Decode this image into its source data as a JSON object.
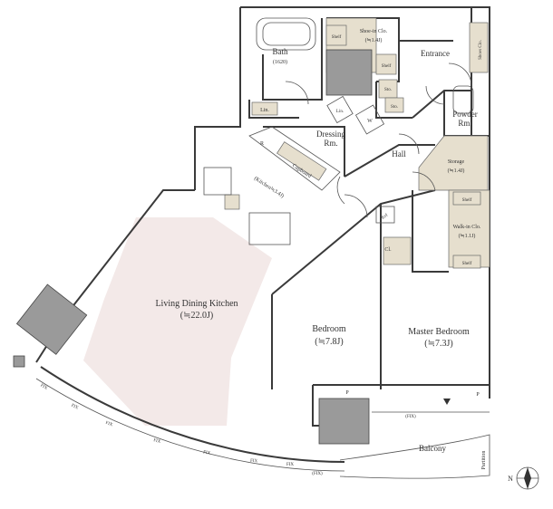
{
  "colors": {
    "wall": "#3a3a3a",
    "storage_fill": "#e6dfce",
    "ldk_highlight": "#f3e9e8",
    "shaft_gray": "#9a9a9a"
  },
  "rooms": {
    "bath": {
      "name": "Bath",
      "size": "(1620)"
    },
    "shoe_in_closet": {
      "name": "Shoe-in Clo.",
      "size": "(≒1.4J)"
    },
    "entrance": "Entrance",
    "shoes_closet": "Shoes Clo.",
    "powder_room": {
      "line1": "Powder",
      "line2": "Rm."
    },
    "dressing_room": {
      "line1": "Dressing",
      "line2": "Rm."
    },
    "hall": "Hall",
    "storage": {
      "name": "Storage",
      "size": "(≒1.4J)"
    },
    "kitchen": "(Kitchen≒3.4J)",
    "cupboard": "Cupboard",
    "walk_in_closet": {
      "name": "Walk-in Clo.",
      "size": "(≒1.1J)"
    },
    "ldk": {
      "name": "Living Dining Kitchen",
      "size": "(≒22.0J)"
    },
    "bedroom": {
      "name": "Bedroom",
      "size": "(≒7.8J)"
    },
    "master_bedroom": {
      "name": "Master Bedroom",
      "size": "(≒7.3J)"
    },
    "balcony": "Balcony"
  },
  "small_labels": {
    "shelf": "Shelf",
    "sto": "Sto.",
    "lin": "Lin.",
    "cl": "Cl.",
    "ref": "Ref",
    "p": "P",
    "w": "W",
    "r": "R",
    "fix": "FIX",
    "fix_paren": "(FIX)",
    "partition": "Partition",
    "north": "N"
  }
}
